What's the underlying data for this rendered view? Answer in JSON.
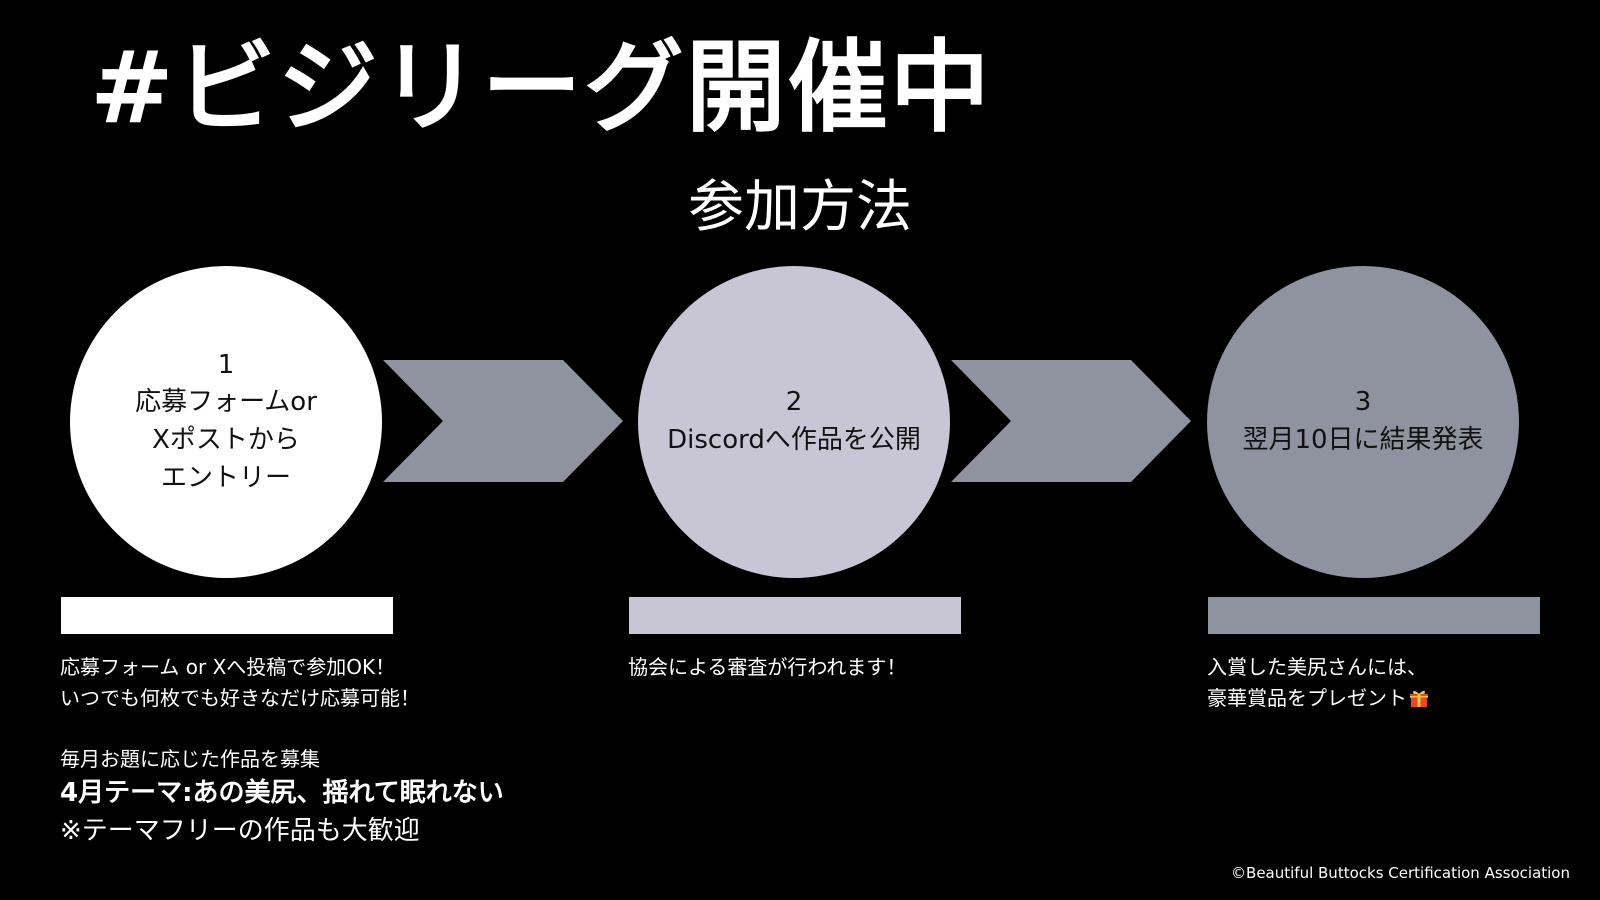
{
  "title": "#ビジリーグ開催中",
  "subtitle": "参加方法",
  "steps": [
    {
      "number": "1",
      "lines": [
        "応募フォームor",
        "Xポストから",
        "エントリー"
      ],
      "description": [
        "応募フォーム or Xへ投稿で参加OK！",
        "いつでも何枚でも好きなだけ応募可能！"
      ]
    },
    {
      "number": "2",
      "lines": [
        "Discordへ作品を公開"
      ],
      "description": [
        "協会による審査が行われます！"
      ]
    },
    {
      "number": "3",
      "lines": [
        "翌月10日に結果発表"
      ],
      "description": [
        "入賞した美尻さんには、",
        "豪華賞品をプレゼント"
      ]
    }
  ],
  "monthly": {
    "intro": "毎月お題に応じた作品を募集",
    "theme": "4月テーマ:あの美尻、揺れて眠れない",
    "free": "※テーマフリーの作品も大歓迎"
  },
  "copyright": "©Beautiful Buttocks Certification Association",
  "icons": {
    "gift": "gift-icon"
  },
  "colors": {
    "background": "#000000",
    "step1": "#ffffff",
    "step2": "#c8c6d4",
    "step3": "#8f929f",
    "chevron": "#8f929f"
  }
}
